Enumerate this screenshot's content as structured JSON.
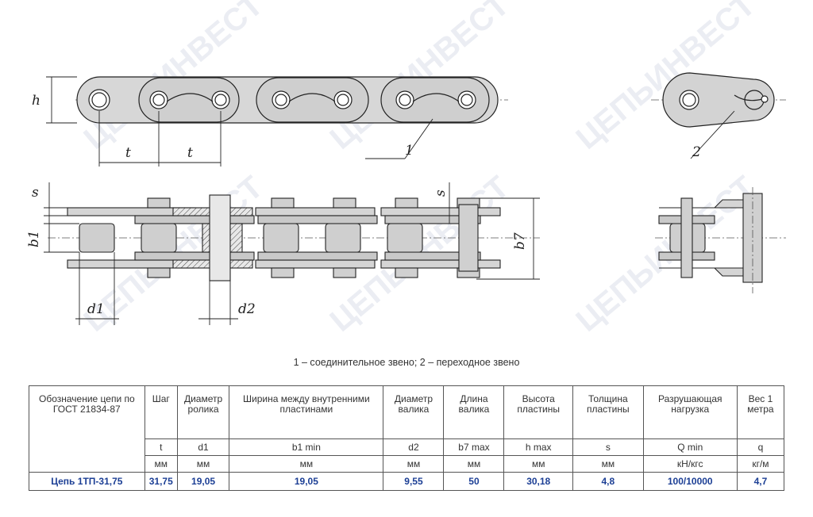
{
  "drawing": {
    "labels": {
      "h": "h",
      "t1": "t",
      "t2": "t",
      "s1": "s",
      "s2": "s",
      "b1": "b1",
      "b7": "b7",
      "d1": "d1",
      "d2": "d2",
      "c1": "1",
      "c2": "2"
    },
    "watermark": "ЦЕПЬИНВЕСТ"
  },
  "caption": "1 – соединительное звено; 2 – переходное звено",
  "table": {
    "name_header": "Обозначение цепи по ГОСТ 21834-87",
    "columns": [
      {
        "name": "Шаг",
        "symbol": "t",
        "unit": "мм"
      },
      {
        "name": "Диаметр ролика",
        "symbol": "d1",
        "unit": "мм"
      },
      {
        "name": "Ширина между внутренними пластинами",
        "symbol": "b1 min",
        "unit": "мм"
      },
      {
        "name": "Диаметр валика",
        "symbol": "d2",
        "unit": "мм"
      },
      {
        "name": "Длина валика",
        "symbol": "b7 max",
        "unit": "мм"
      },
      {
        "name": "Высота пластины",
        "symbol": "h max",
        "unit": "мм"
      },
      {
        "name": "Толщина пластины",
        "symbol": "s",
        "unit": "мм"
      },
      {
        "name": "Разрушающая нагрузка",
        "symbol": "Q min",
        "unit": "кН/кгс"
      },
      {
        "name": "Вес 1 метра",
        "symbol": "q",
        "unit": "кг/м"
      }
    ],
    "row": {
      "name": "Цепь 1ТП-31,75",
      "values": [
        "31,75",
        "19,05",
        "19,05",
        "9,55",
        "50",
        "30,18",
        "4,8",
        "100/10000",
        "4,7"
      ]
    }
  }
}
